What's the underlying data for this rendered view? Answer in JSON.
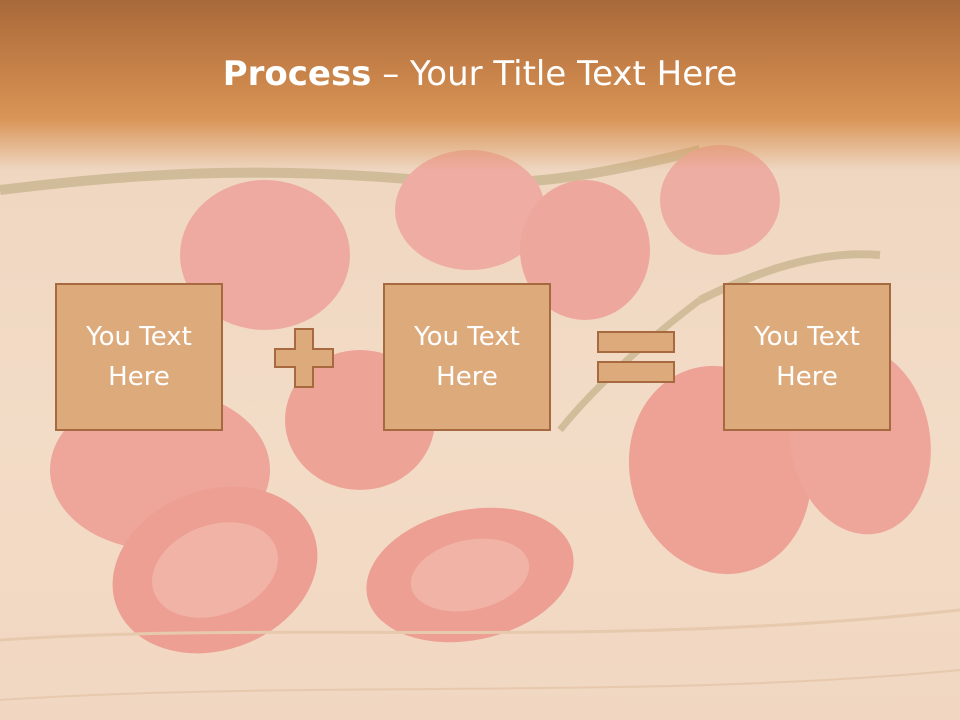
{
  "title": {
    "bold": "Process",
    "rest": " – Your Title Text Here"
  },
  "boxes": [
    {
      "line1": "You Text",
      "line2": "Here"
    },
    {
      "line1": "You Text",
      "line2": "Here"
    },
    {
      "line1": "You Text",
      "line2": "Here"
    }
  ],
  "operators": {
    "plus": "plus-icon",
    "equals": "equals-icon"
  },
  "colors": {
    "title_band": "#c9844a",
    "box_fill": "#ddaa7c",
    "box_border": "#a7693f",
    "text": "#ffffff"
  }
}
